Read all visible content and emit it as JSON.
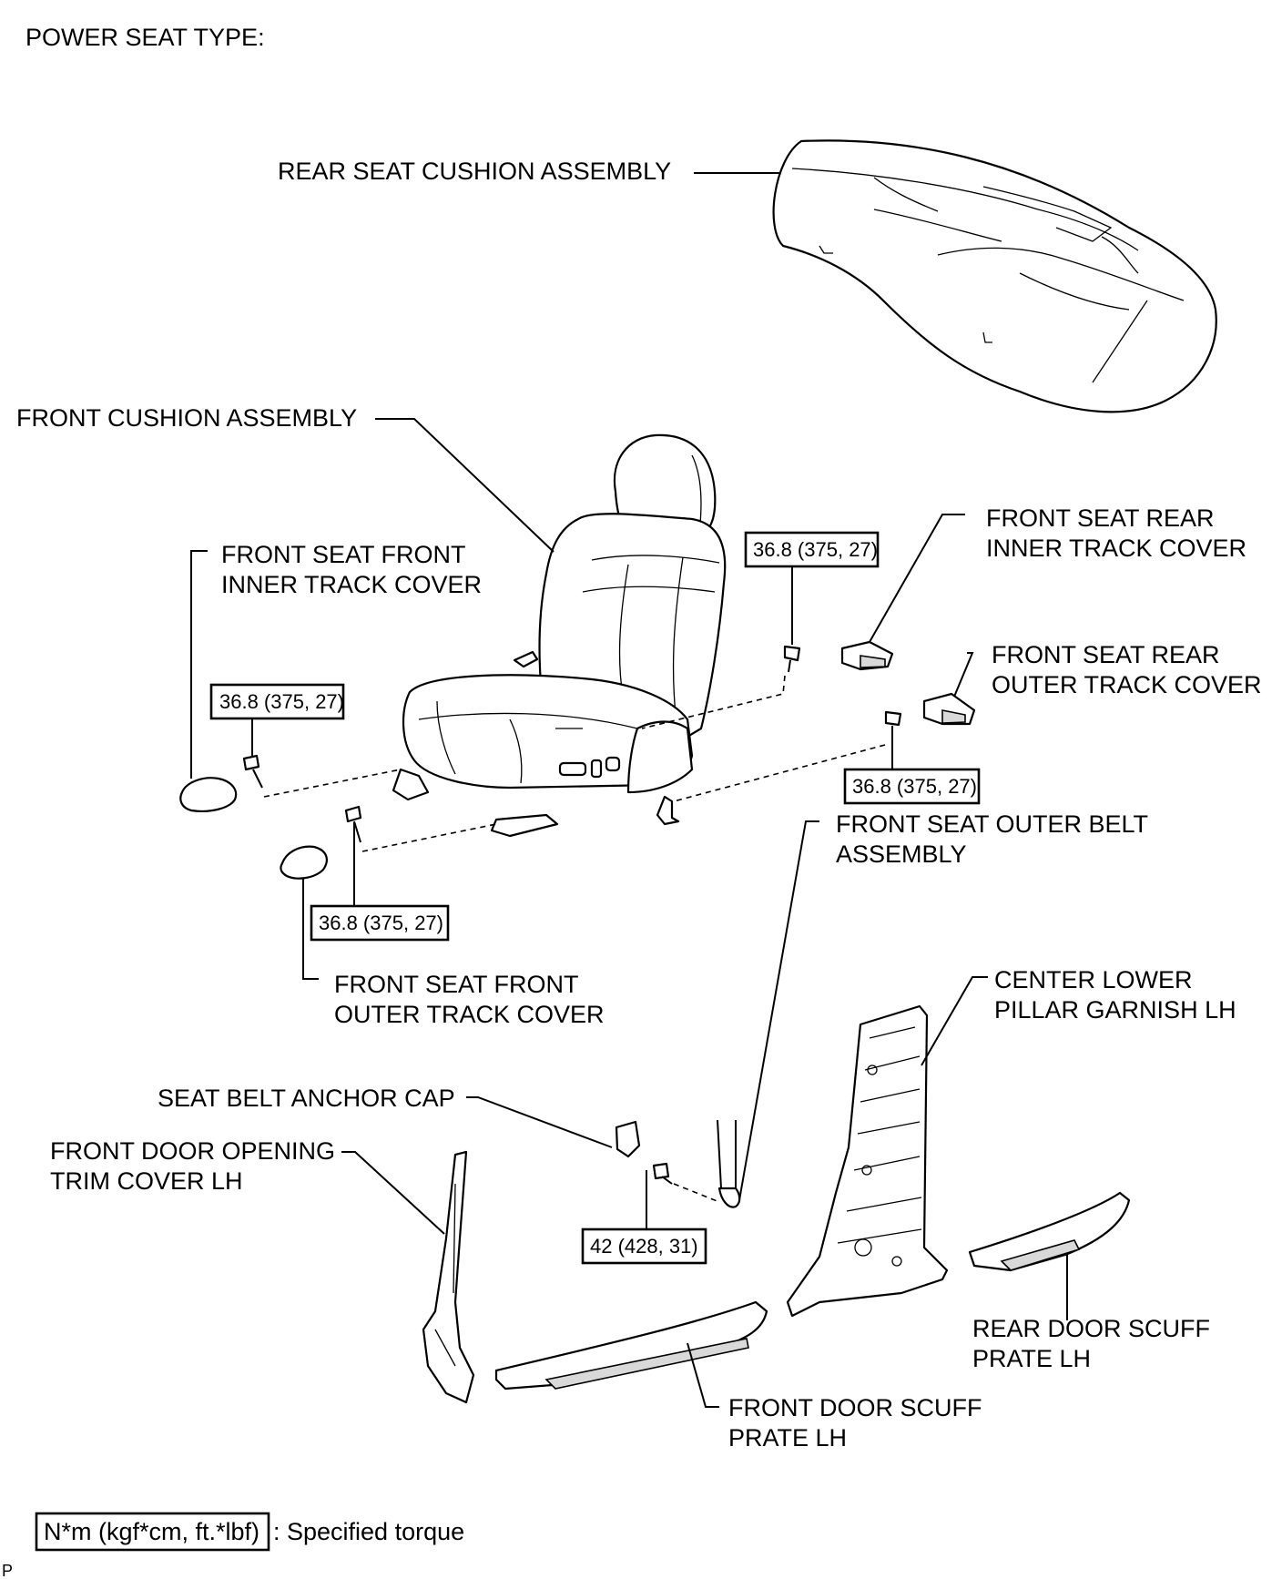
{
  "heading": "POWER SEAT TYPE:",
  "labels": {
    "rear_seat_cushion": "REAR SEAT CUSHION ASSEMBLY",
    "front_cushion": "FRONT CUSHION ASSEMBLY",
    "front_inner_track_cover": [
      "FRONT SEAT FRONT",
      "INNER TRACK COVER"
    ],
    "rear_inner_track_cover": [
      "FRONT SEAT REAR",
      "INNER TRACK COVER"
    ],
    "rear_outer_track_cover": [
      "FRONT SEAT REAR",
      "OUTER TRACK COVER"
    ],
    "outer_belt": [
      "FRONT SEAT OUTER BELT",
      "ASSEMBLY"
    ],
    "front_outer_track_cover": [
      "FRONT SEAT FRONT",
      "OUTER TRACK COVER"
    ],
    "center_pillar_garnish": [
      "CENTER LOWER",
      "PILLAR GARNISH LH"
    ],
    "anchor_cap": "SEAT BELT ANCHOR CAP",
    "door_opening_trim": [
      "FRONT DOOR OPENING",
      "TRIM COVER LH"
    ],
    "rear_scuff_plate": [
      "REAR DOOR SCUFF",
      "PRATE LH"
    ],
    "front_scuff_plate": [
      "FRONT DOOR SCUFF",
      "PRATE LH"
    ]
  },
  "torques": {
    "seat_bolt": "36.8 (375, 27)",
    "anchor_bolt": "42 (428, 31)"
  },
  "legend": {
    "unit_box": "N*m (kgf*cm, ft.*lbf)",
    "description": ": Specified torque"
  },
  "corner_mark": "P"
}
